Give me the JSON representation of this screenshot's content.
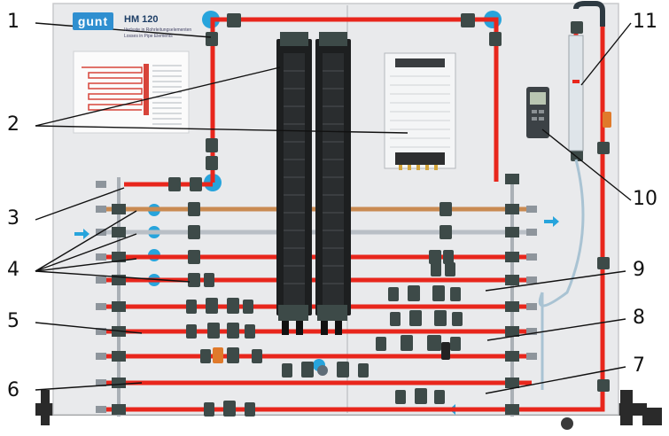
{
  "panel": {
    "brand": "gunt",
    "model": "HM 120",
    "subtitle_line1": "Verluste in Rohrleitungselementen",
    "subtitle_line2": "Losses in Pipe Elements"
  },
  "callouts": [
    "1",
    "2",
    "3",
    "4",
    "5",
    "6",
    "7",
    "8",
    "9",
    "10",
    "11"
  ],
  "colors": {
    "panel": "#e9eaec",
    "pipe_red": "#e8261c",
    "copper": "#c98a52",
    "steel": "#b9bfc6",
    "fitting": "#3d4a48",
    "manometer": "#1d1f20",
    "accent_blue": "#27a4dc",
    "frame": "#2a2a2a"
  }
}
